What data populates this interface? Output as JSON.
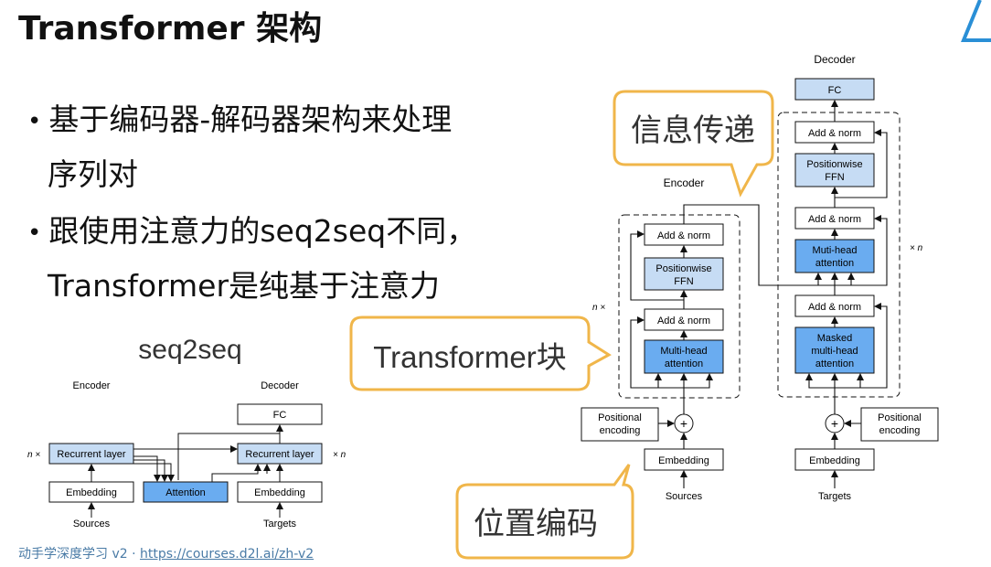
{
  "slide": {
    "title": "Transformer 架构",
    "bullets": [
      [
        "基于编码器-解码器架构来处理",
        "序列对"
      ],
      [
        "跟使用注意力的seq2seq不同，",
        "Transformer是纯基于注意力"
      ]
    ],
    "footer_text": "动手学深度学习 v2 · ",
    "footer_link": "https://courses.d2l.ai/zh-v2"
  },
  "seq2seq": {
    "title": "seq2seq",
    "encoder_label": "Encoder",
    "decoder_label": "Decoder",
    "recurrent_layer": "Recurrent layer",
    "embedding": "Embedding",
    "attention": "Attention",
    "fc": "FC",
    "sources": "Sources",
    "targets": "Targets",
    "n_left": "n ×",
    "n_right": "× n"
  },
  "transformer": {
    "encoder_label": "Encoder",
    "decoder_label": "Decoder",
    "fc": "FC",
    "add_norm": "Add & norm",
    "ffn_line1": "Positionwise",
    "ffn_line2": "FFN",
    "mha_line1": "Multi-head",
    "mha_line2": "attention",
    "dec_mha_line1": "Muti-head",
    "dec_mha_line2": "attention",
    "masked_line1": "Masked",
    "masked_line2": "multi-head",
    "masked_line3": "attention",
    "pos_line1": "Positional",
    "pos_line2": "encoding",
    "embedding": "Embedding",
    "sources": "Sources",
    "targets": "Targets",
    "plus": "+",
    "n_left": "n ×",
    "n_right": "× n"
  },
  "callouts": {
    "info": "信息传递",
    "block": "Transformer块",
    "position": "位置编码"
  },
  "colors": {
    "blue_fill": "#6aacf0",
    "light_blue_fill": "#c6dcf4",
    "callout_border": "#f0b64a",
    "link": "#4a7ba6"
  }
}
